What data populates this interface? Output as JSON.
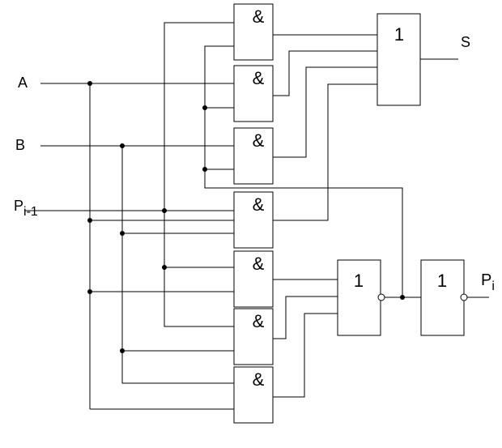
{
  "inputs": {
    "a": "A",
    "b": "B",
    "p_main": "P",
    "p_sub": "i-1"
  },
  "outputs": {
    "s": "S",
    "p_main": "P",
    "p_sub": "i"
  },
  "gate_symbols": {
    "and": "&",
    "or": "1"
  },
  "colors": {
    "line": "#000000",
    "background": "#ffffff"
  }
}
